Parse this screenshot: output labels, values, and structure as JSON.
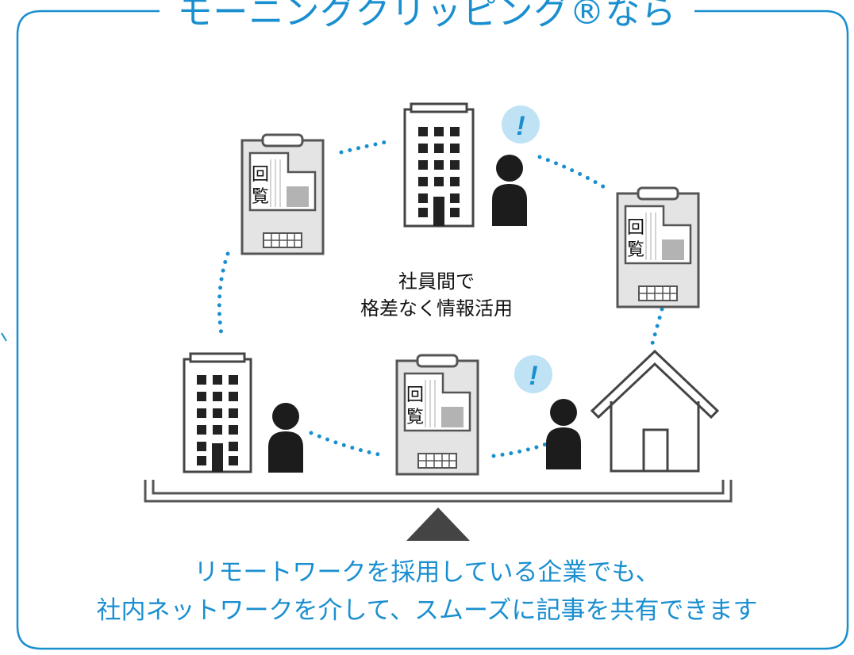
{
  "header": {
    "title": "モーニングクリッピング®なら"
  },
  "diagram": {
    "center_label_line1": "社員間で",
    "center_label_line2": "格差なく情報活用",
    "doc_char_1": "回",
    "doc_char_2": "覧",
    "alert_mark": "!"
  },
  "footer": {
    "line1": "リモートワークを採用している企業でも、",
    "line2": "社内ネットワークを介して、スムーズに記事を共有できます"
  },
  "colors": {
    "accent": "#1a8fd0",
    "alert_bg": "#bfe2f4"
  }
}
